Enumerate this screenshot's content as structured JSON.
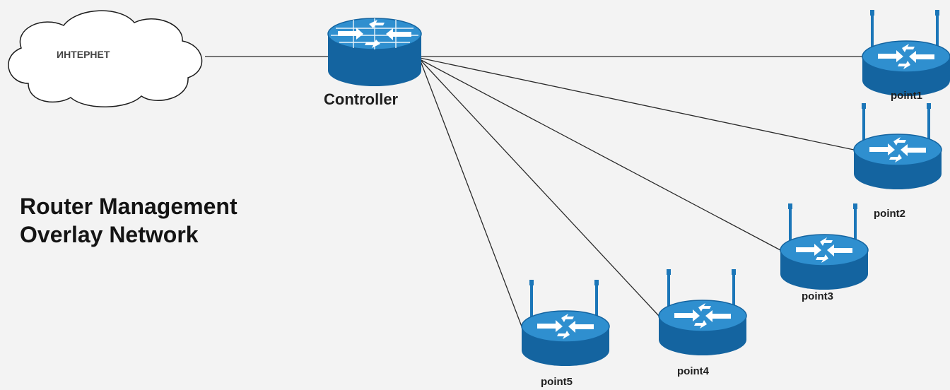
{
  "cloud": {
    "label": "ИНТЕРНЕТ"
  },
  "controller": {
    "label": "Controller"
  },
  "title": {
    "line1": "Router Management",
    "line2": "Overlay Network"
  },
  "points": [
    {
      "id": "p1",
      "label": "point1"
    },
    {
      "id": "p2",
      "label": "point2"
    },
    {
      "id": "p3",
      "label": "point3"
    },
    {
      "id": "p4",
      "label": "point4"
    },
    {
      "id": "p5",
      "label": "point5"
    }
  ],
  "colors": {
    "router_body": "#1b76b8",
    "router_side": "#1464a0",
    "router_top": "#2f8fcf",
    "link": "#2a2a2a",
    "cloud_fill": "#ffffff",
    "background": "#f3f3f3"
  }
}
